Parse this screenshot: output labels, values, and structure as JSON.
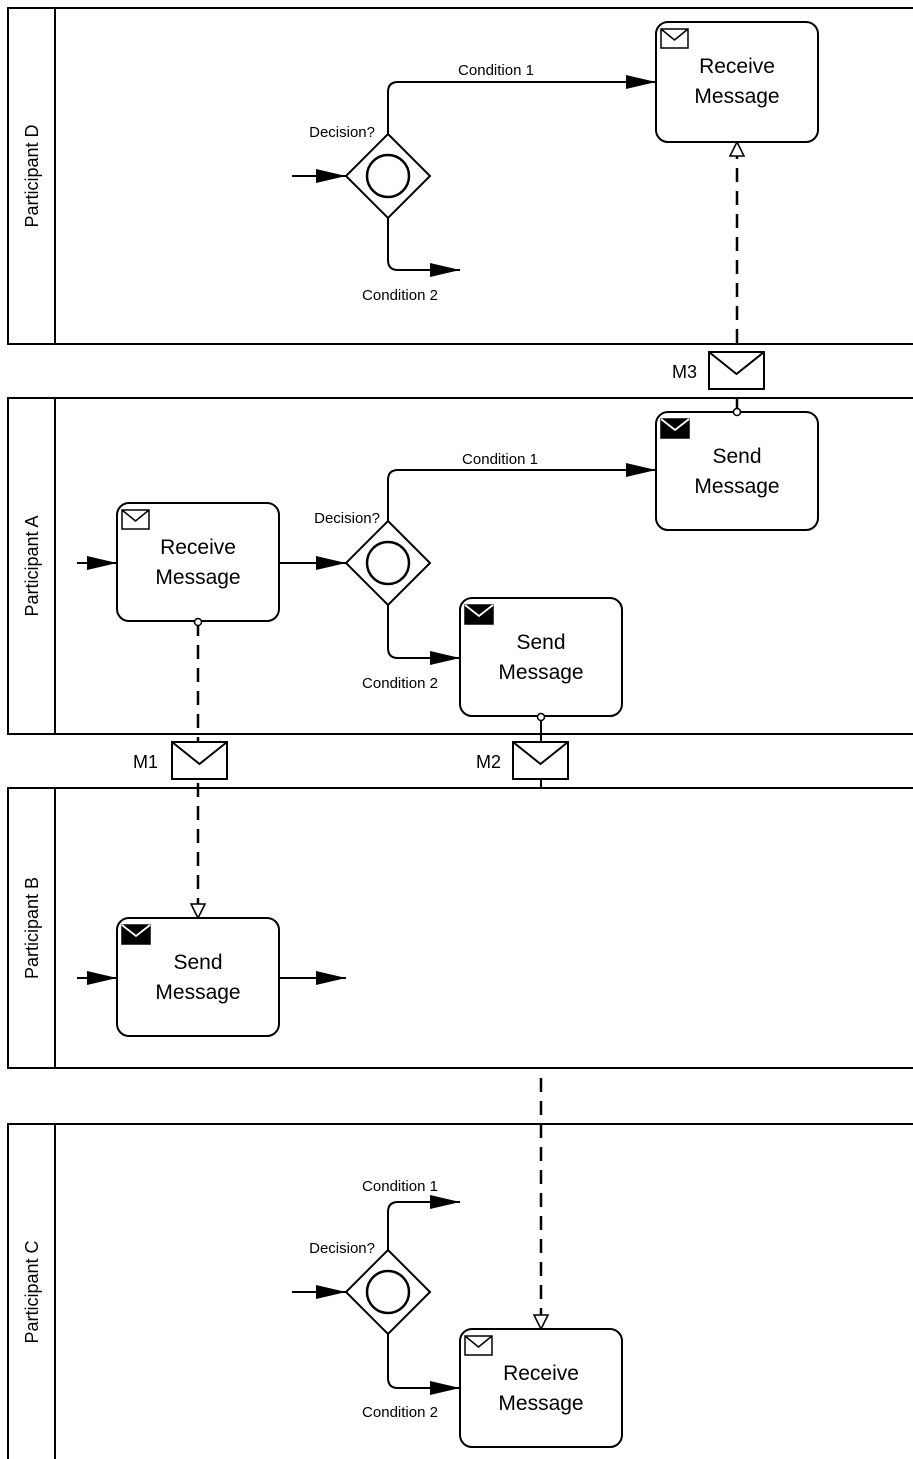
{
  "pools": {
    "d": {
      "label": "Participant D"
    },
    "a": {
      "label": "Participant A"
    },
    "b": {
      "label": "Participant B"
    },
    "c": {
      "label": "Participant C"
    }
  },
  "tasks": {
    "d_receive": {
      "line1": "Receive",
      "line2": "Message",
      "marker": "envelope-outline-icon"
    },
    "a_receive": {
      "line1": "Receive",
      "line2": "Message",
      "marker": "envelope-outline-icon"
    },
    "a_send1": {
      "line1": "Send",
      "line2": "Message",
      "marker": "envelope-filled-icon"
    },
    "a_send2": {
      "line1": "Send",
      "line2": "Message",
      "marker": "envelope-filled-icon"
    },
    "b_send": {
      "line1": "Send",
      "line2": "Message",
      "marker": "envelope-filled-icon"
    },
    "c_receive": {
      "line1": "Receive",
      "line2": "Message",
      "marker": "envelope-outline-icon"
    }
  },
  "gateways": {
    "d": {
      "label": "Decision?",
      "cond1": "Condition 1",
      "cond2": "Condition 2"
    },
    "a": {
      "label": "Decision?",
      "cond1": "Condition 1",
      "cond2": "Condition 2"
    },
    "c": {
      "label": "Decision?",
      "cond1": "Condition 1",
      "cond2": "Condition 2"
    }
  },
  "messages": {
    "m1": {
      "label": "M1"
    },
    "m2": {
      "label": "M2"
    },
    "m3": {
      "label": "M3"
    }
  }
}
